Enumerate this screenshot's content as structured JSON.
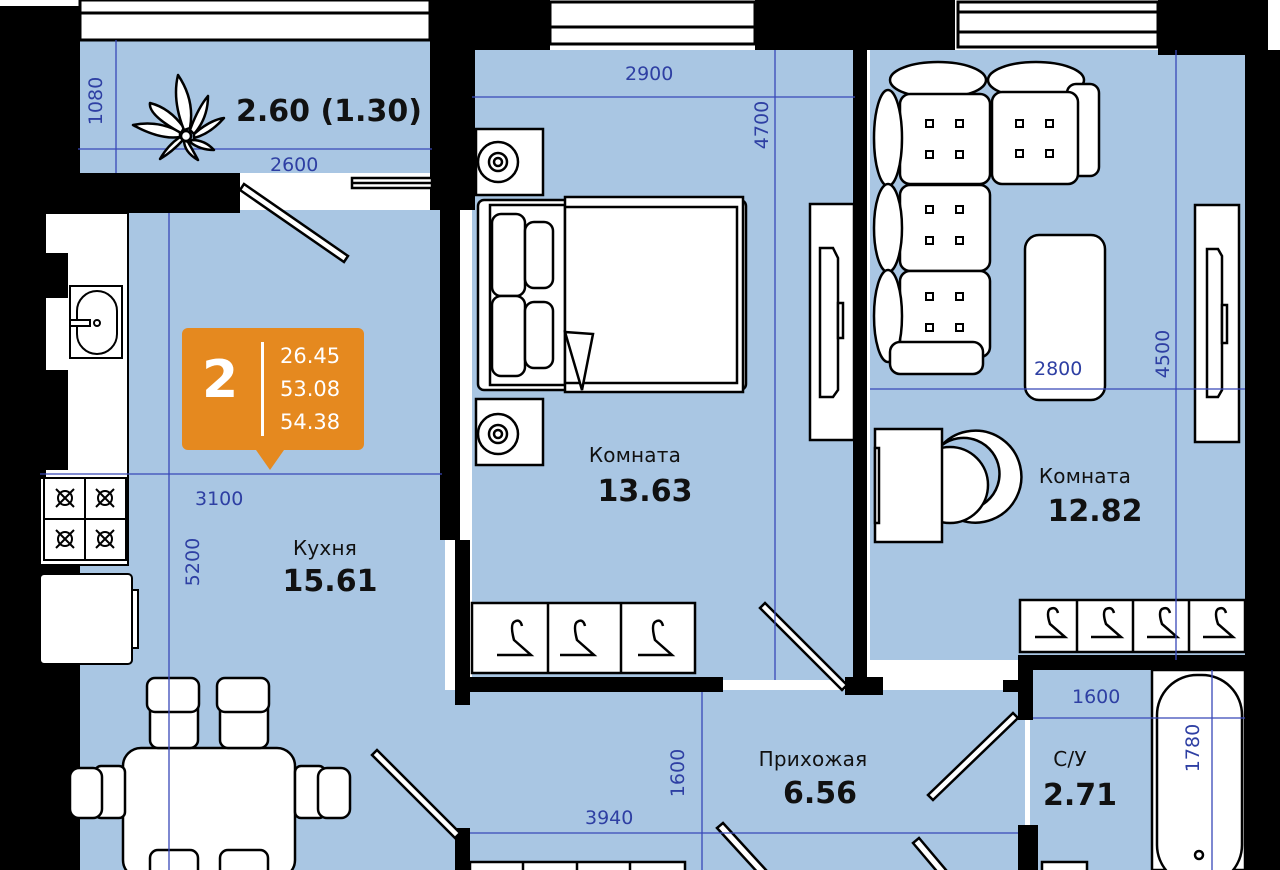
{
  "plan": {
    "title": "Floor plan, 2-room apartment",
    "colors": {
      "floor": "#a9c6e3",
      "wall": "#000000",
      "dimension_line": "#3848b8",
      "badge": "#e5891f",
      "furniture": "#ffffff"
    }
  },
  "badge": {
    "rooms": "2",
    "living_area": "26.45",
    "total_area": "53.08",
    "total_area_with_balcony": "54.38"
  },
  "balcony": {
    "area_label": "2.60 (1.30)",
    "icon": "flower-icon"
  },
  "rooms": [
    {
      "key": "kitchen",
      "name": "Кухня",
      "area": "15.61"
    },
    {
      "key": "bedroom",
      "name": "Комната",
      "area": "13.63"
    },
    {
      "key": "living",
      "name": "Комната",
      "area": "12.82"
    },
    {
      "key": "hall",
      "name": "Прихожая",
      "area": "6.56"
    },
    {
      "key": "bathroom",
      "name": "С/У",
      "area": "2.71"
    }
  ],
  "dimensions": {
    "balcony_depth": "1080",
    "balcony_width": "2600",
    "bedroom_width": "2900",
    "bedroom_length": "4700",
    "living_width": "2800",
    "living_length": "4500",
    "kitchen_width": "3100",
    "kitchen_length": "5200",
    "hall_width": "3940",
    "hall_depth": "1600",
    "bath_width": "1600",
    "bath_length": "1780"
  }
}
